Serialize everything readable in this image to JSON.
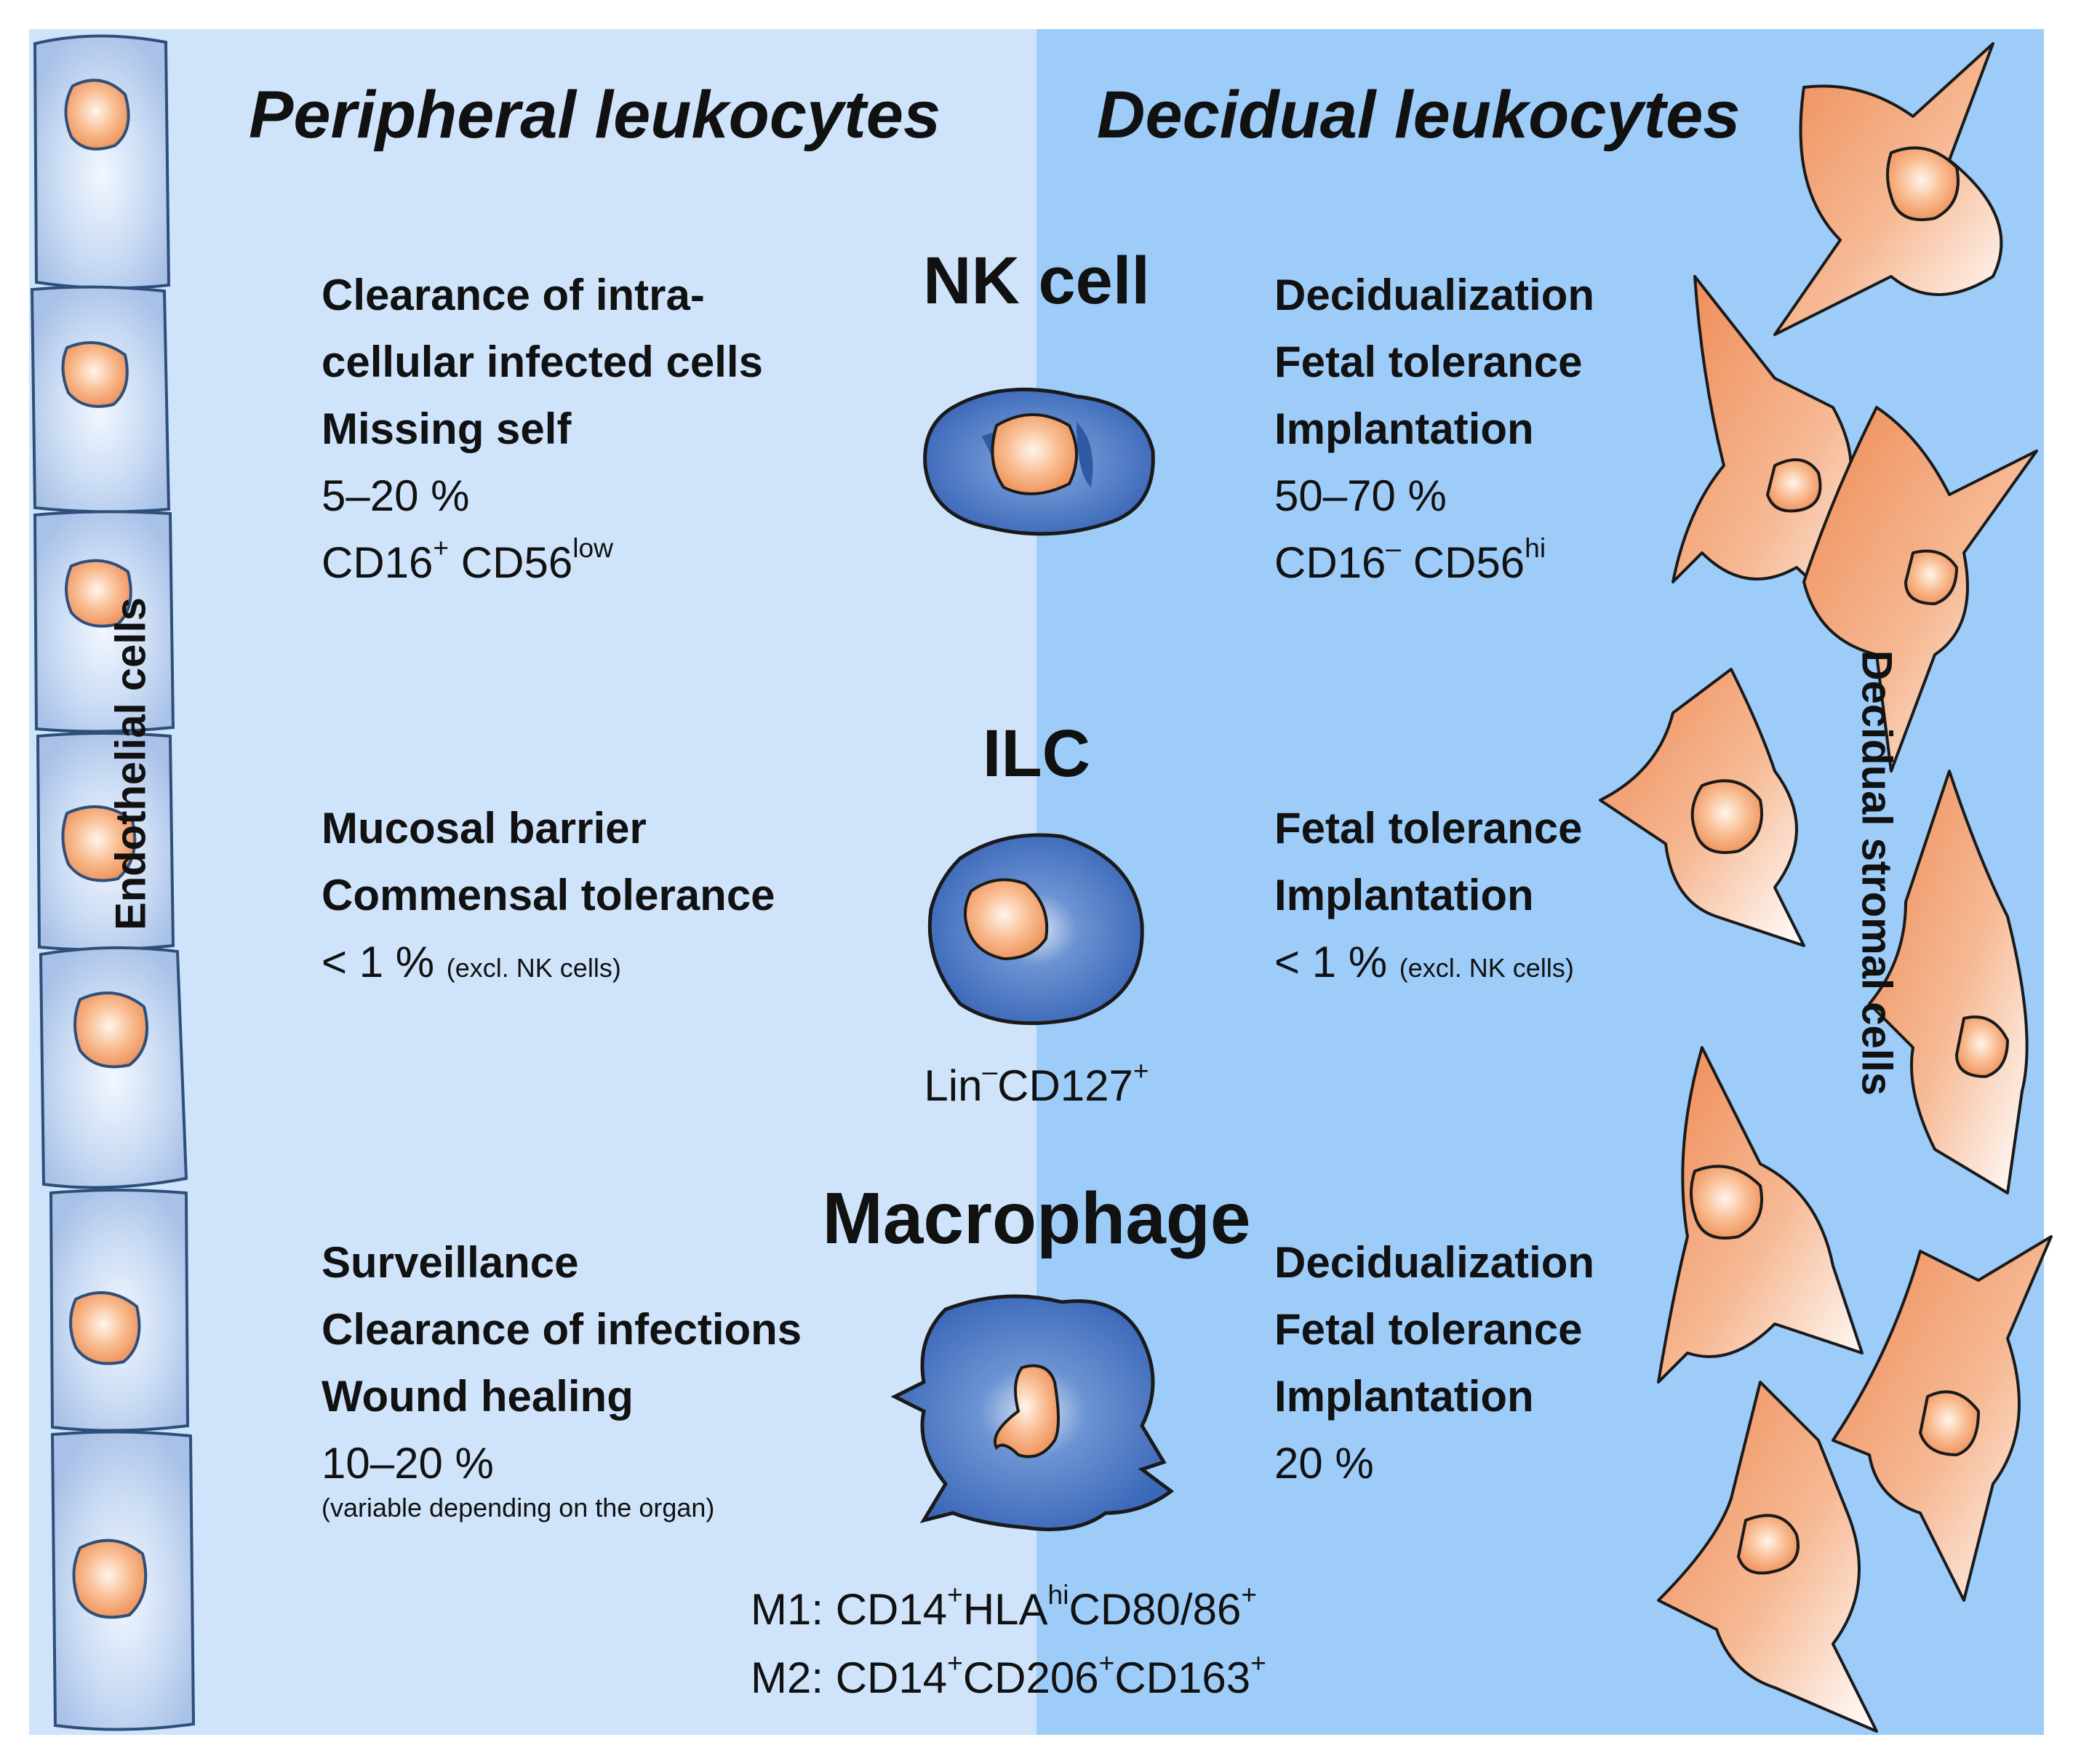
{
  "titles": {
    "left": "Peripheral leukocytes",
    "right": "Decidual leukocytes"
  },
  "side_labels": {
    "left": "Endothelial cells",
    "right": "Decidual stromal cells"
  },
  "colors": {
    "left_panel": "#cfe4fb",
    "right_panel": "#9dccf9",
    "immune_cell": "#3e6fbf",
    "nucleus": "#f6a46f",
    "stromal_cell": "#ee9462",
    "endothelial_cell": "#b8cdee"
  },
  "cells": [
    {
      "name": "NK cell",
      "peripheral": {
        "functions": [
          "Clearance of intra-",
          "cellular infected cells",
          "Missing self"
        ],
        "percent": "5–20 %",
        "marker": {
          "a": "CD16",
          "a_sup": "+",
          "b": " CD56",
          "b_sup": "low"
        }
      },
      "decidual": {
        "functions": [
          "Decidualization",
          "Fetal tolerance",
          "Implantation"
        ],
        "percent": "50–70 %",
        "marker": {
          "a": "CD16",
          "a_sup": "–",
          "b": " CD56",
          "b_sup": "hi"
        }
      }
    },
    {
      "name": "ILC",
      "peripheral": {
        "functions": [
          "Mucosal barrier",
          "Commensal tolerance"
        ],
        "percent": "< 1 %",
        "percent_note": "(excl. NK cells)"
      },
      "decidual": {
        "functions": [
          "Fetal tolerance",
          "Implantation"
        ],
        "percent": "< 1 %",
        "percent_note": "(excl. NK cells)"
      },
      "marker": {
        "a": "Lin",
        "a_sup": "–",
        "b": "CD127",
        "b_sup": "+"
      }
    },
    {
      "name": "Macrophage",
      "peripheral": {
        "functions": [
          "Surveillance",
          "Clearance of infections",
          "Wound healing"
        ],
        "percent": "10–20 %",
        "percent_note": "(variable depending on the organ)"
      },
      "decidual": {
        "functions": [
          "Decidualization",
          "Fetal tolerance",
          "Implantation"
        ],
        "percent": "20 %"
      },
      "markers": [
        {
          "prefix": "M1: ",
          "parts": [
            [
              "CD14",
              "+"
            ],
            [
              "HLA",
              "hi"
            ],
            [
              "CD80/86",
              "+"
            ]
          ]
        },
        {
          "prefix": "M2: ",
          "parts": [
            [
              "CD14",
              "+"
            ],
            [
              "CD206",
              "+"
            ],
            [
              "CD163",
              "+"
            ]
          ]
        }
      ]
    }
  ]
}
